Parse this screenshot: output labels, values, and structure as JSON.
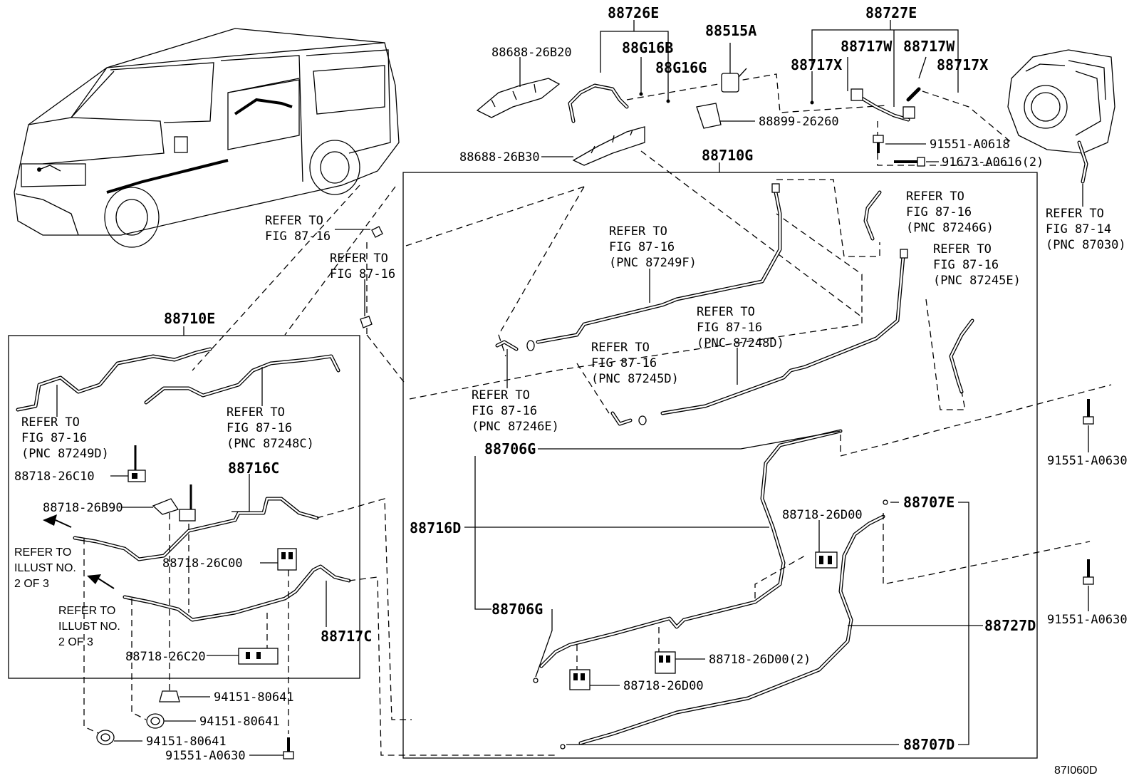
{
  "diagram_code": "87I060D",
  "labels": {
    "p88726E": "88726E",
    "p88G16B": "88G16B",
    "p88G16G": "88G16G",
    "p88515A": "88515A",
    "p88727E": "88727E",
    "p88717W_1": "88717W",
    "p88717W_2": "88717W",
    "p88717X_1": "88717X",
    "p88717X_2": "88717X",
    "p88688_26B20": "88688-26B20",
    "p88688_26B30": "88688-26B30",
    "p88899_26260": "88899-26260",
    "p91551_A0618": "91551-A0618",
    "p91673_A0616": "91673-A0616(2)",
    "p88710G": "88710G",
    "p88710E": "88710E",
    "p88716C": "88716C",
    "p88716D": "88716D",
    "p88706G_1": "88706G",
    "p88706G_2": "88706G",
    "p88707E": "88707E",
    "p88707D": "88707D",
    "p88727D": "88727D",
    "p88717C": "88717C",
    "p88718_26C10": "88718-26C10",
    "p88718_26B90": "88718-26B90",
    "p88718_26C00": "88718-26C00",
    "p88718_26C20": "88718-26C20",
    "p88718_26D00_a": "88718-26D00",
    "p88718_26D00_2": "88718-26D00(2)",
    "p88718_26D00_b": "88718-26D00",
    "p94151_80641_a": "94151-80641",
    "p94151_80641_b": "94151-80641",
    "p94151_80641_c": "94151-80641",
    "p91551_A0630_bottom": "91551-A0630",
    "p91551_A0630_r1": "91551-A0630",
    "p91551_A0630_r2": "91551-A0630"
  },
  "refs": {
    "refer_to": "REFER TO",
    "fig_87_16": "FIG 87-16",
    "fig_87_14": "FIG 87-14",
    "pnc_87246G": "(PNC 87246G)",
    "pnc_87245E": "(PNC 87245E)",
    "pnc_87030": "(PNC 87030)",
    "pnc_87249F": "(PNC 87249F)",
    "pnc_87248D": "(PNC 87248D)",
    "pnc_87245D": "(PNC 87245D)",
    "pnc_87246E": "(PNC 87246E)",
    "pnc_87249D": "(PNC 87249D)",
    "pnc_87248C": "(PNC 87248C)",
    "illust_1_a": "REFER TO",
    "illust_1_b": "ILLUST NO.",
    "illust_1_c": "2 OF 3",
    "illust_2_a": "REFER TO",
    "illust_2_b": "ILLUST NO.",
    "illust_2_c": "2 OF 3"
  }
}
